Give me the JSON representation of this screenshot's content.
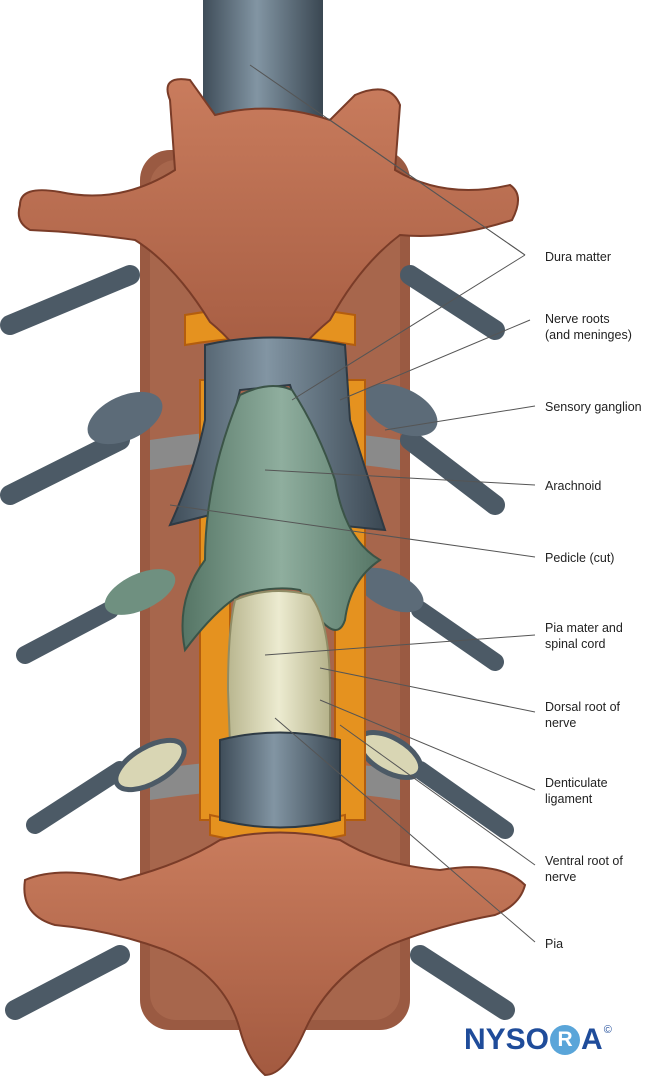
{
  "labels": {
    "dura": "Dura matter",
    "nerve_roots": "Nerve roots\n(and meninges)",
    "ganglion": "Sensory ganglion",
    "arachnoid": "Arachnoid",
    "pedicle": "Pedicle (cut)",
    "pia_cord": "Pia mater and\nspinal cord",
    "dorsal": "Dorsal root of\nnerve",
    "denticulate": "Denticulate\nligament",
    "ventral": "Ventral root of\nnerve",
    "pia": "Pia"
  },
  "logo": {
    "part1": "NYSO",
    "ring_letter": "R",
    "part2": "A",
    "copyright": "©"
  },
  "colors": {
    "bone": "#b86b4e",
    "bone_dark": "#8a4632",
    "dura": "#5f6f7d",
    "arachnoid": "#6f9080",
    "cord": "#d9d6b4",
    "fat": "#e5921f",
    "logo_blue": "#1f4c9a",
    "logo_ring": "#5aa5d9"
  }
}
